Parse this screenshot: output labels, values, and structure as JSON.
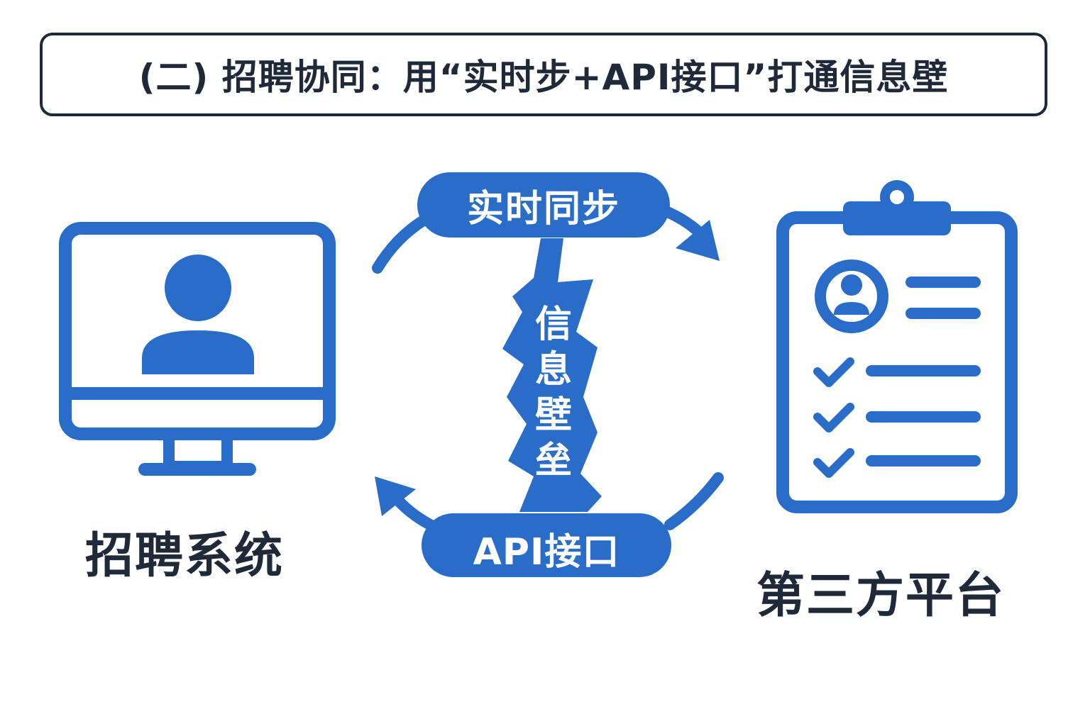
{
  "title": "(二) 招聘协同：用“实时步+API接口”打通信息壁",
  "left_node": {
    "label": "招聘系统",
    "icon": "monitor-user-icon"
  },
  "right_node": {
    "label": "第三方平台",
    "icon": "clipboard-resume-icon"
  },
  "top_connector": {
    "label": "实时同步"
  },
  "bottom_connector": {
    "label": "API接口"
  },
  "barrier": {
    "chars": [
      "信",
      "息",
      "壁",
      "垒"
    ]
  },
  "colors": {
    "primary": "#2a6dc8",
    "text": "#1f2937",
    "background": "#ffffff"
  }
}
